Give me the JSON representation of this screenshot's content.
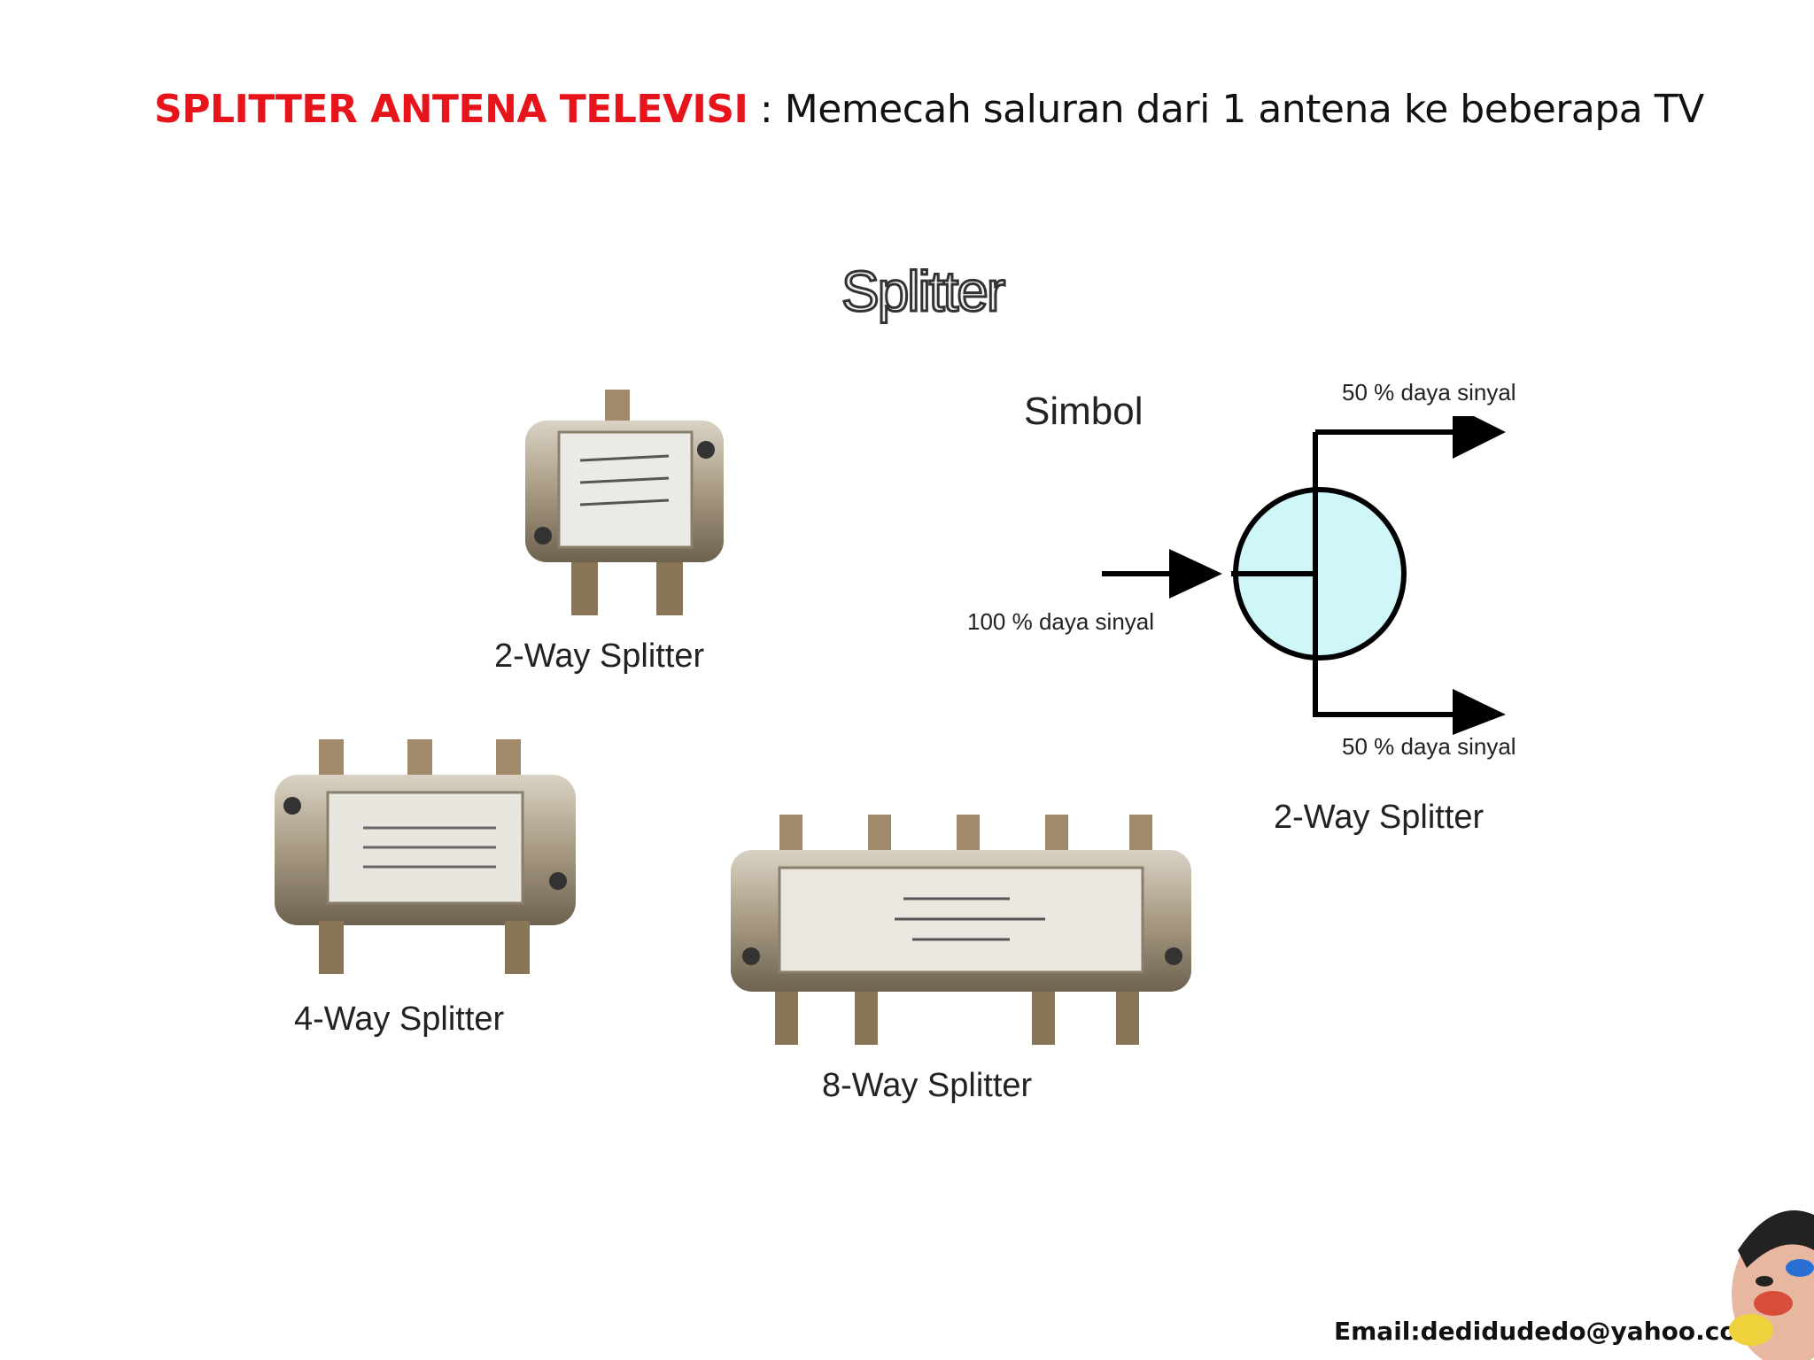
{
  "slide": {
    "title_highlight": "SPLITTER ANTENA TELEVISI",
    "title_rest": " : Memecah saluran dari 1 antena ke beberapa TV",
    "heading": "Splitter",
    "devices": {
      "two_way_caption": "2-Way Splitter",
      "four_way_caption": "4-Way Splitter",
      "eight_way_caption": "8-Way Splitter"
    },
    "symbol": {
      "title": "Simbol",
      "input_label": "100 % daya  sinyal",
      "output_top_label": "50 % daya sinyal",
      "output_bottom_label": "50 % daya sinyal",
      "caption": "2-Way Splitter",
      "circle_fill": "#cff7f9"
    },
    "footer": {
      "email": "Email:dedidudedo@yahoo.com"
    }
  }
}
